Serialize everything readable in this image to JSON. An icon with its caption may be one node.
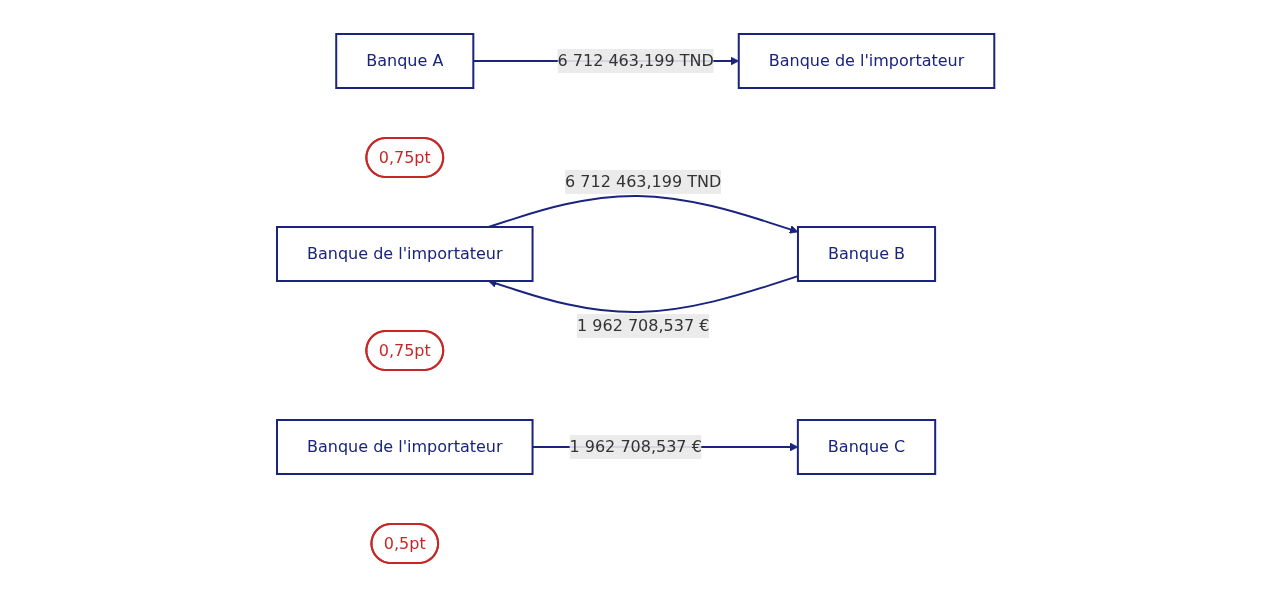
{
  "diagram": {
    "nodes": [
      {
        "text": [
          "Banque de l'importateur"
        ]
      },
      {
        "text": [
          "Banque A"
        ]
      },
      {
        "text": [
          "0,75pt"
        ]
      },
      {
        "text": [
          "Banque de l'importateur"
        ]
      },
      {
        "text": [
          "Banque B"
        ]
      },
      {
        "text": [
          "0,75pt"
        ]
      },
      {
        "text": [
          "Banque de l'importateur"
        ]
      },
      {
        "text": [
          "Banque C"
        ]
      },
      {
        "text": [
          "0,5pt"
        ]
      }
    ],
    "edges": [
      {
        "from": 1,
        "to": 0,
        "arrow": "to",
        "label": "6 712 463,199 TND"
      },
      {
        "from": 3,
        "to": 4,
        "arrow": "to",
        "label": "6 712 463,199 TND"
      },
      {
        "from": 4,
        "to": 3,
        "arrow": "to",
        "label": "1 962 708,537 €"
      },
      {
        "from": 6,
        "to": 7,
        "arrow": "to",
        "label": "1 962 708,537 €"
      }
    ]
  }
}
